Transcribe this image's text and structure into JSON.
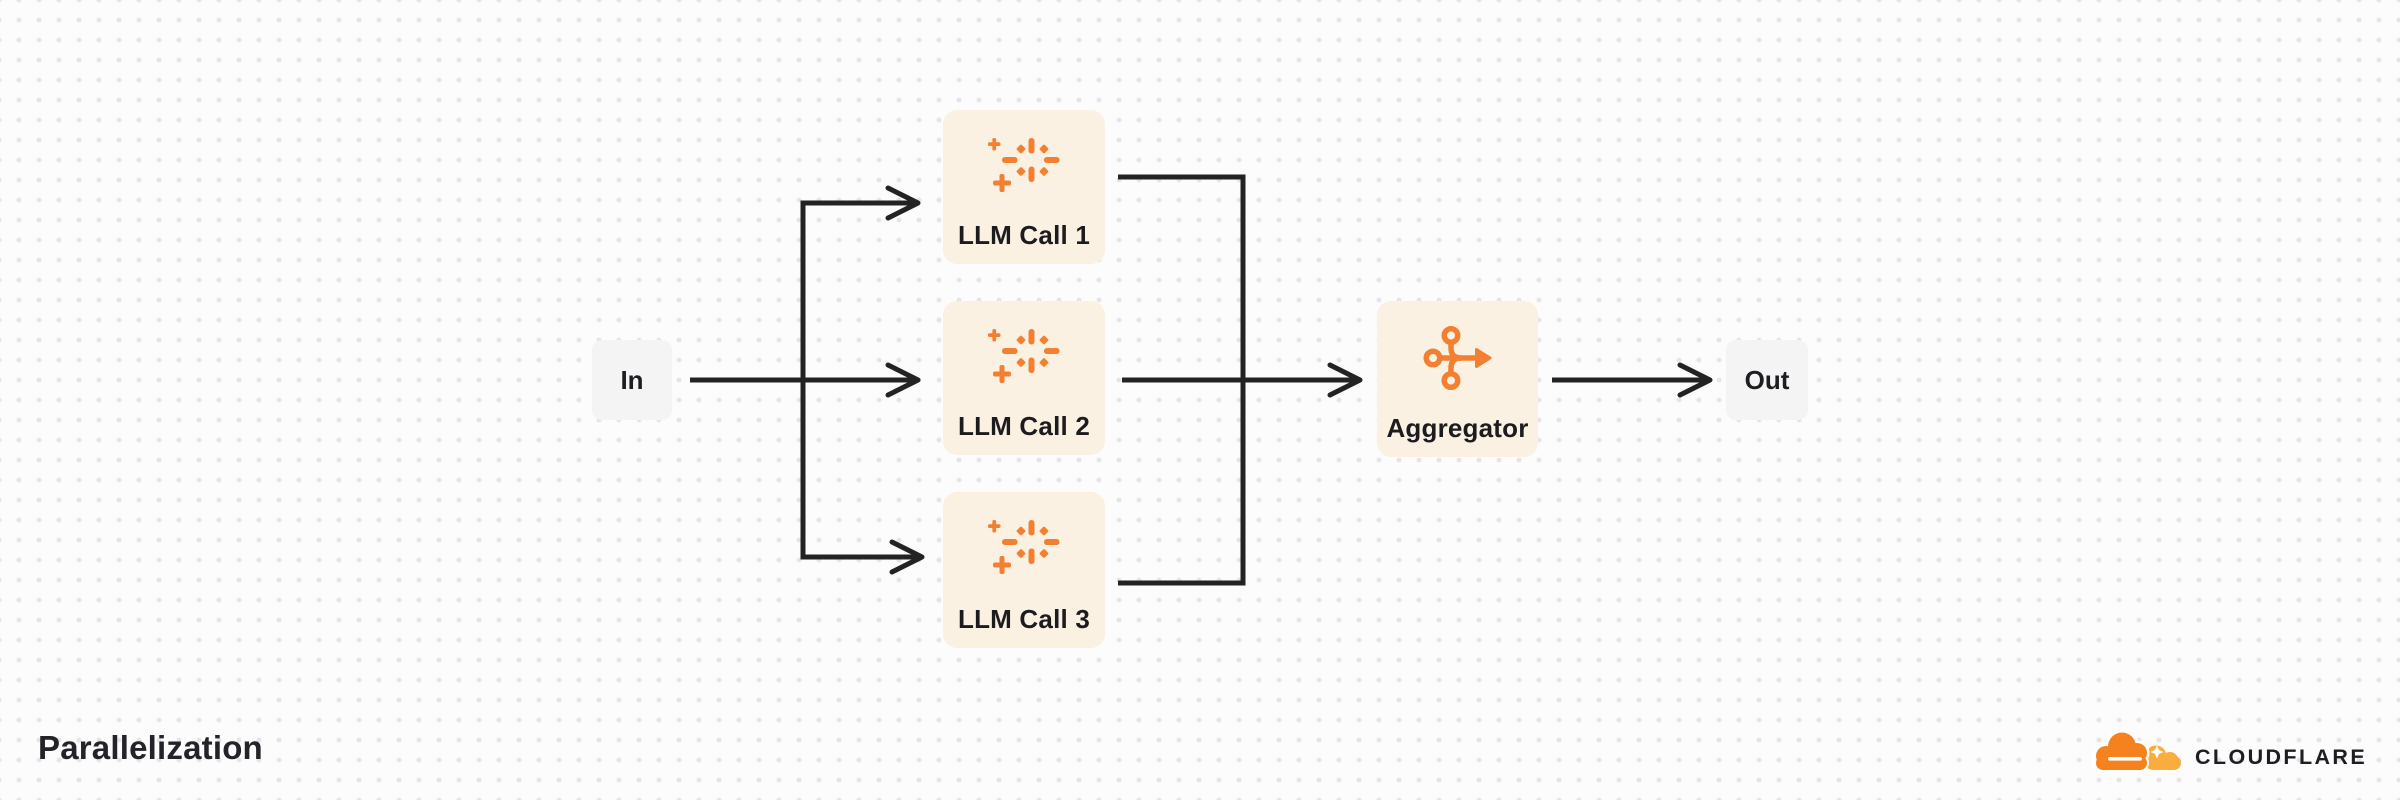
{
  "page": {
    "title": "Parallelization"
  },
  "diagram": {
    "nodes": [
      {
        "id": "in",
        "label": "In",
        "type": "endpoint"
      },
      {
        "id": "llm-call-1",
        "label": "LLM Call 1",
        "type": "llm",
        "icon": "sparkles-icon"
      },
      {
        "id": "llm-call-2",
        "label": "LLM Call 2",
        "type": "llm",
        "icon": "sparkles-icon"
      },
      {
        "id": "llm-call-3",
        "label": "LLM Call 3",
        "type": "llm",
        "icon": "sparkles-icon"
      },
      {
        "id": "aggregator",
        "label": "Aggregator",
        "type": "aggregator",
        "icon": "merge-arrow-icon"
      },
      {
        "id": "out",
        "label": "Out",
        "type": "endpoint"
      }
    ],
    "edges": [
      {
        "from": "In",
        "to": "LLM Call 1"
      },
      {
        "from": "In",
        "to": "LLM Call 2"
      },
      {
        "from": "In",
        "to": "LLM Call 3"
      },
      {
        "from": "LLM Call 1",
        "to": "Aggregator"
      },
      {
        "from": "LLM Call 2",
        "to": "Aggregator"
      },
      {
        "from": "LLM Call 3",
        "to": "Aggregator"
      },
      {
        "from": "Aggregator",
        "to": "Out"
      }
    ]
  },
  "branding": {
    "wordmark": "CLOUDFLARE",
    "logo": "cloudflare-cloud-icon"
  },
  "colors": {
    "background": "#FCFCFD",
    "dot_grid": "#E5E5E8",
    "connector": "#232323",
    "card_fill": "#FAF1E3",
    "endpoint_fill": "#F4F4F5",
    "icon_orange": "#F28030",
    "brand_orange": "#F6821F",
    "brand_orange_light": "#FAAD3F",
    "text_dark": "#1E1E22"
  }
}
